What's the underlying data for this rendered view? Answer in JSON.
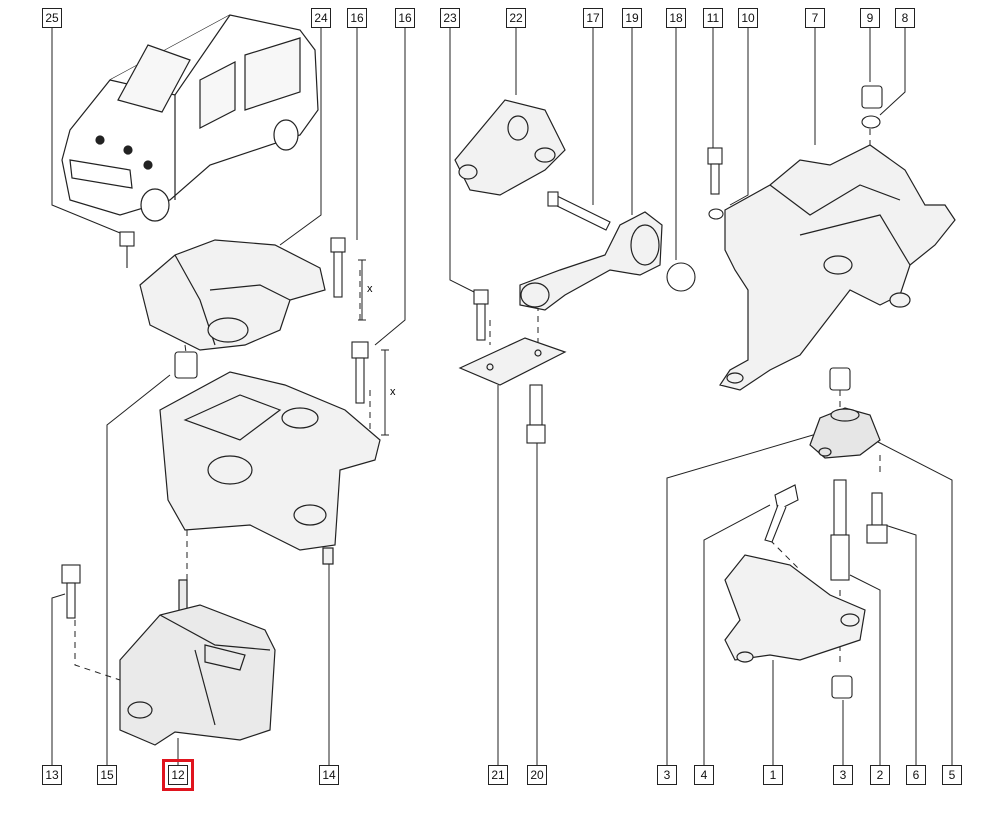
{
  "diagram": {
    "callouts": [
      {
        "id": "c25",
        "label": "25"
      },
      {
        "id": "c24",
        "label": "24"
      },
      {
        "id": "c16a",
        "label": "16"
      },
      {
        "id": "c16b",
        "label": "16"
      },
      {
        "id": "c23",
        "label": "23"
      },
      {
        "id": "c22",
        "label": "22"
      },
      {
        "id": "c17",
        "label": "17"
      },
      {
        "id": "c19",
        "label": "19"
      },
      {
        "id": "c18",
        "label": "18"
      },
      {
        "id": "c11",
        "label": "11"
      },
      {
        "id": "c10",
        "label": "10"
      },
      {
        "id": "c7",
        "label": "7"
      },
      {
        "id": "c9",
        "label": "9"
      },
      {
        "id": "c8",
        "label": "8"
      },
      {
        "id": "c13",
        "label": "13"
      },
      {
        "id": "c15",
        "label": "15"
      },
      {
        "id": "c12",
        "label": "12",
        "selected": true
      },
      {
        "id": "c14",
        "label": "14"
      },
      {
        "id": "c21",
        "label": "21"
      },
      {
        "id": "c20",
        "label": "20"
      },
      {
        "id": "c3a",
        "label": "3"
      },
      {
        "id": "c4",
        "label": "4"
      },
      {
        "id": "c1",
        "label": "1"
      },
      {
        "id": "c3b",
        "label": "3"
      },
      {
        "id": "c2",
        "label": "2"
      },
      {
        "id": "c6",
        "label": "6"
      },
      {
        "id": "c5",
        "label": "5"
      }
    ],
    "dimension_labels": [
      "x",
      "x"
    ],
    "highlight_color": "#e0141e",
    "line_color": "#222222",
    "part_fill": "#f2f2f2"
  }
}
